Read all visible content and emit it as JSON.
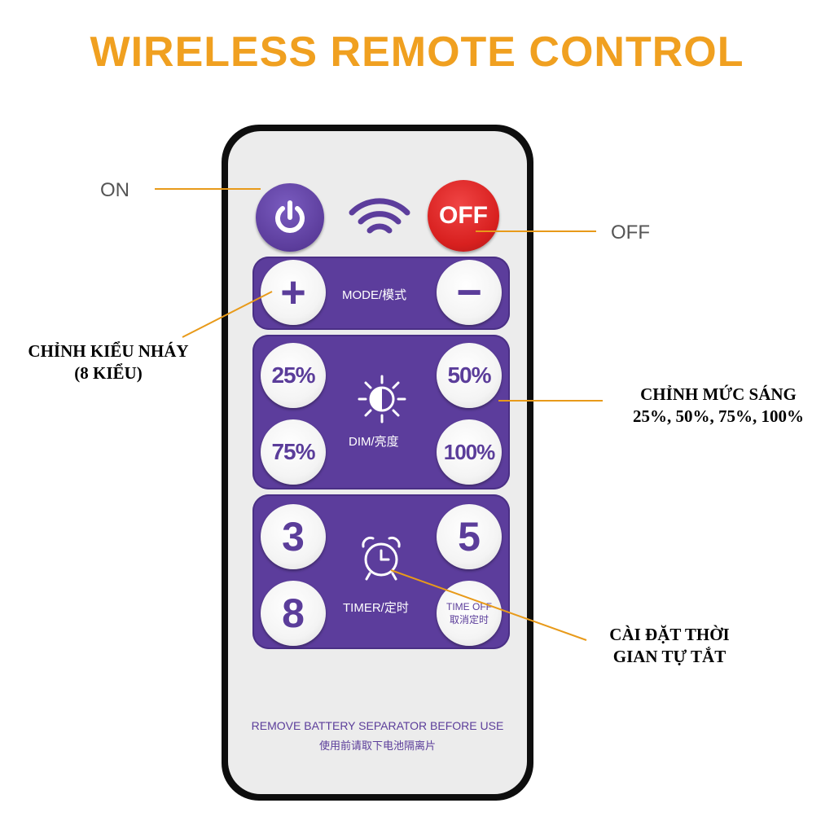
{
  "title": "WIRELESS REMOTE CONTROL",
  "colors": {
    "title": "#f0a020",
    "panel": "#5c3d9c",
    "off_button": "#d8201f",
    "button_text": "#5b3d9a",
    "leader_line": "#e89a1a"
  },
  "remote": {
    "on_button": {
      "icon": "power-icon"
    },
    "signal": {
      "icon": "wifi-icon"
    },
    "off_button": {
      "label": "OFF"
    },
    "mode_panel": {
      "plus_label": "+",
      "label": "MODE/模式",
      "minus_label": "−"
    },
    "dim_panel": {
      "buttons": [
        "25%",
        "50%",
        "75%",
        "100%"
      ],
      "icon": "brightness-icon",
      "label": "DIM/亮度"
    },
    "timer_panel": {
      "buttons": [
        "3",
        "5",
        "8"
      ],
      "time_off_line1": "TIME OFF",
      "time_off_line2": "取消定时",
      "icon": "alarm-clock-icon",
      "label": "TIMER/定时"
    },
    "footer_line1": "REMOVE BATTERY SEPARATOR BEFORE USE",
    "footer_line2": "使用前请取下电池隔离片"
  },
  "callouts": {
    "on": "ON",
    "off": "OFF",
    "mode_line1": "CHỈNH KIỂU NHÁY",
    "mode_line2": "(8 KIỂU)",
    "dim_line1": "CHỈNH MỨC SÁNG",
    "dim_line2": "25%, 50%, 75%, 100%",
    "timer_line1": "CÀI ĐẶT THỜI",
    "timer_line2": "GIAN TỰ TẮT"
  }
}
